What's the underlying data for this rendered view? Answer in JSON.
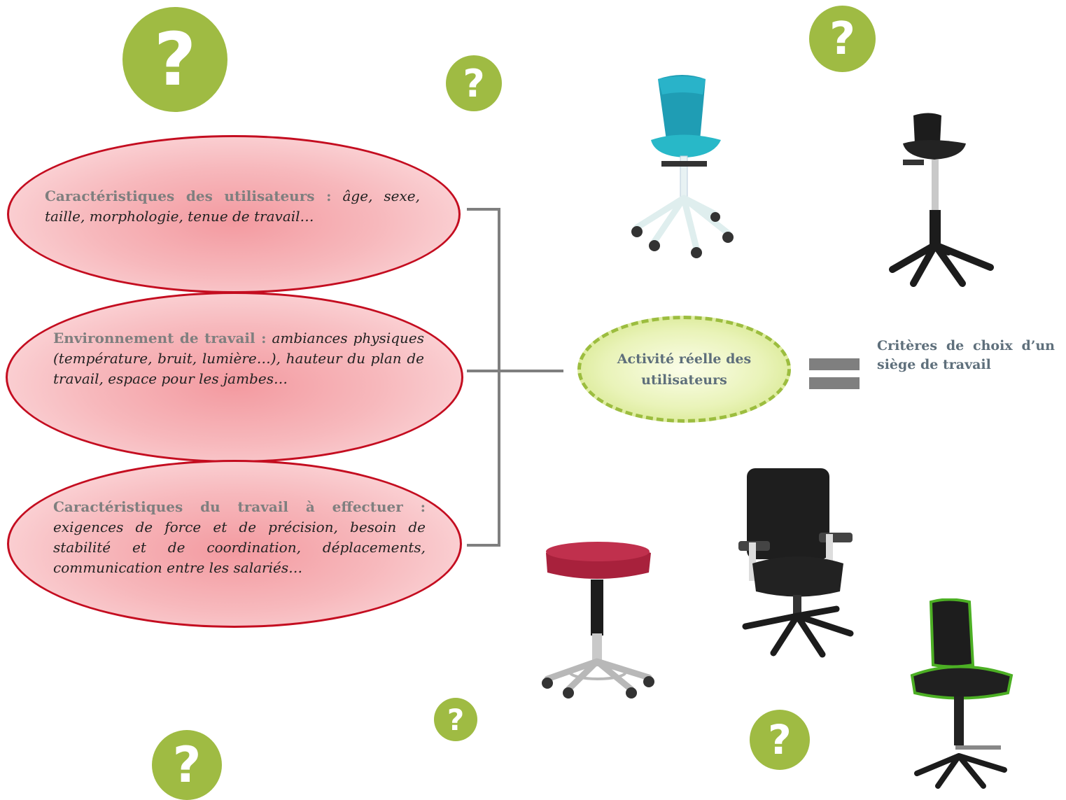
{
  "question_mark": "?",
  "ellipses": [
    {
      "lead": "Caractéristiques des utilisateurs :",
      "text": "âge, sexe, taille, morphologie, tenue de travail…"
    },
    {
      "lead": "Environnement de travail :",
      "text": "ambiances physiques (température, bruit, lumière…), hauteur du plan de travail, espace pour les jambes…"
    },
    {
      "lead": "Caractéristiques du travail à effectuer :",
      "text": "exigences de force et de précision, besoin de stabilité et de coordination, déplacements, communication entre les salariés…"
    }
  ],
  "activity_label": "Activité réelle des utilisateurs",
  "criteria_label": "Critères de choix d’un siège de travail",
  "colors": {
    "question_green": "#9fbb43",
    "ellipse_border": "#c40d20",
    "ellipse_fill": "#f7b8bc",
    "activity_border": "#9cbd3f",
    "bracket_gray": "#7f7f7f",
    "label_slate": "#5e6f7b"
  },
  "images": [
    "teal-saddle-chair",
    "black-standing-stool",
    "red-saddle-stool",
    "black-office-chair",
    "green-lab-chair"
  ]
}
